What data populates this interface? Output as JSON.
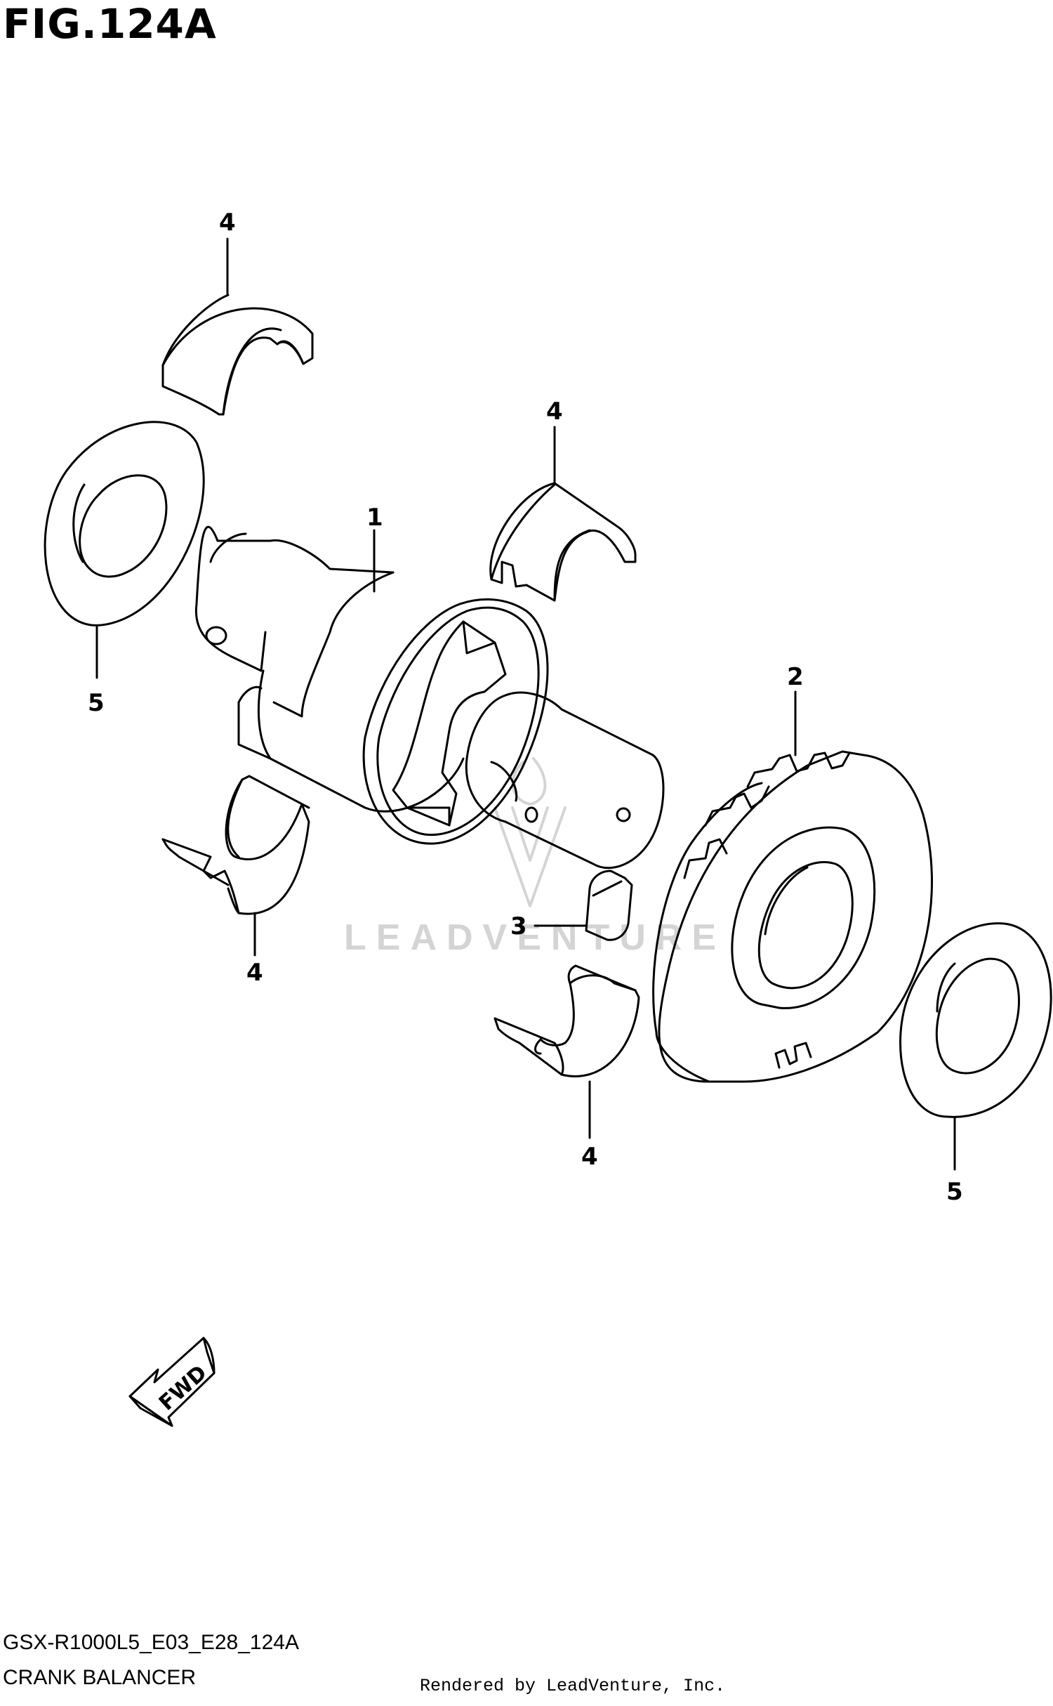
{
  "figure": {
    "title": "FIG.124A",
    "code": "GSX-R1000L5_E03_E28_124A",
    "subtitle": "CRANK BALANCER",
    "render_credit": "Rendered by LeadVenture, Inc.",
    "watermark": "LEADVENTURE"
  },
  "callouts": [
    {
      "id": "bearing-top-left",
      "label": "4"
    },
    {
      "id": "bearing-top-center",
      "label": "4"
    },
    {
      "id": "shaft",
      "label": "1"
    },
    {
      "id": "washer-left",
      "label": "5"
    },
    {
      "id": "gear",
      "label": "2"
    },
    {
      "id": "key",
      "label": "3"
    },
    {
      "id": "bearing-bottom-left",
      "label": "4"
    },
    {
      "id": "bearing-bottom-center",
      "label": "4"
    },
    {
      "id": "washer-right",
      "label": "5"
    }
  ],
  "direction_marker": {
    "label": "FWD"
  },
  "colors": {
    "line": "#000000",
    "watermark": "#d4d4d4",
    "background": "#ffffff"
  }
}
